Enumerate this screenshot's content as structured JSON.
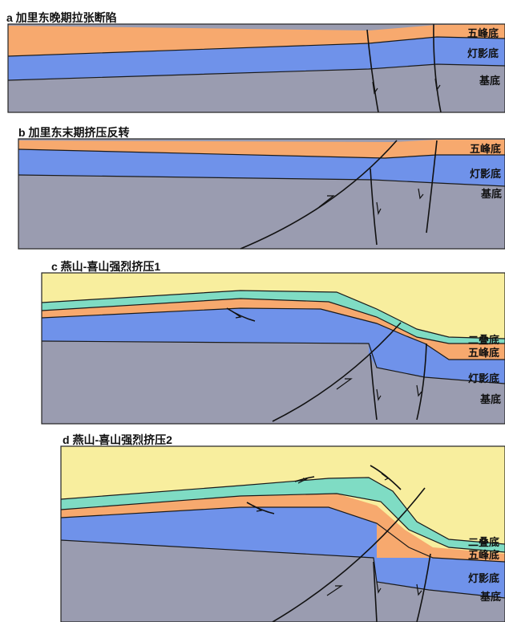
{
  "panels": [
    {
      "id": "a",
      "title": "a 加里东晚期拉张断陷",
      "labels": {
        "wufeng": "五峰底",
        "dengying": "灯影底",
        "basement": "基底"
      }
    },
    {
      "id": "b",
      "title": "b 加里东末期挤压反转",
      "labels": {
        "wufeng": "五峰底",
        "dengying": "灯影底",
        "basement": "基底"
      }
    },
    {
      "id": "c",
      "title": "c 燕山-喜山强烈挤压1",
      "labels": {
        "erdie": "二叠底",
        "wufeng": "五峰底",
        "dengying": "灯影底",
        "basement": "基底"
      }
    },
    {
      "id": "d",
      "title": "d 燕山-喜山强烈挤压2",
      "labels": {
        "erdie": "二叠底",
        "wufeng": "五峰底",
        "dengying": "灯影底",
        "basement": "基底"
      }
    }
  ],
  "colors": {
    "sky": "#f8ee9e",
    "permian": "#7fdcc4",
    "wufeng": "#f7a96e",
    "dengying": "#6f92ea",
    "basement": "#9a9cb0"
  }
}
